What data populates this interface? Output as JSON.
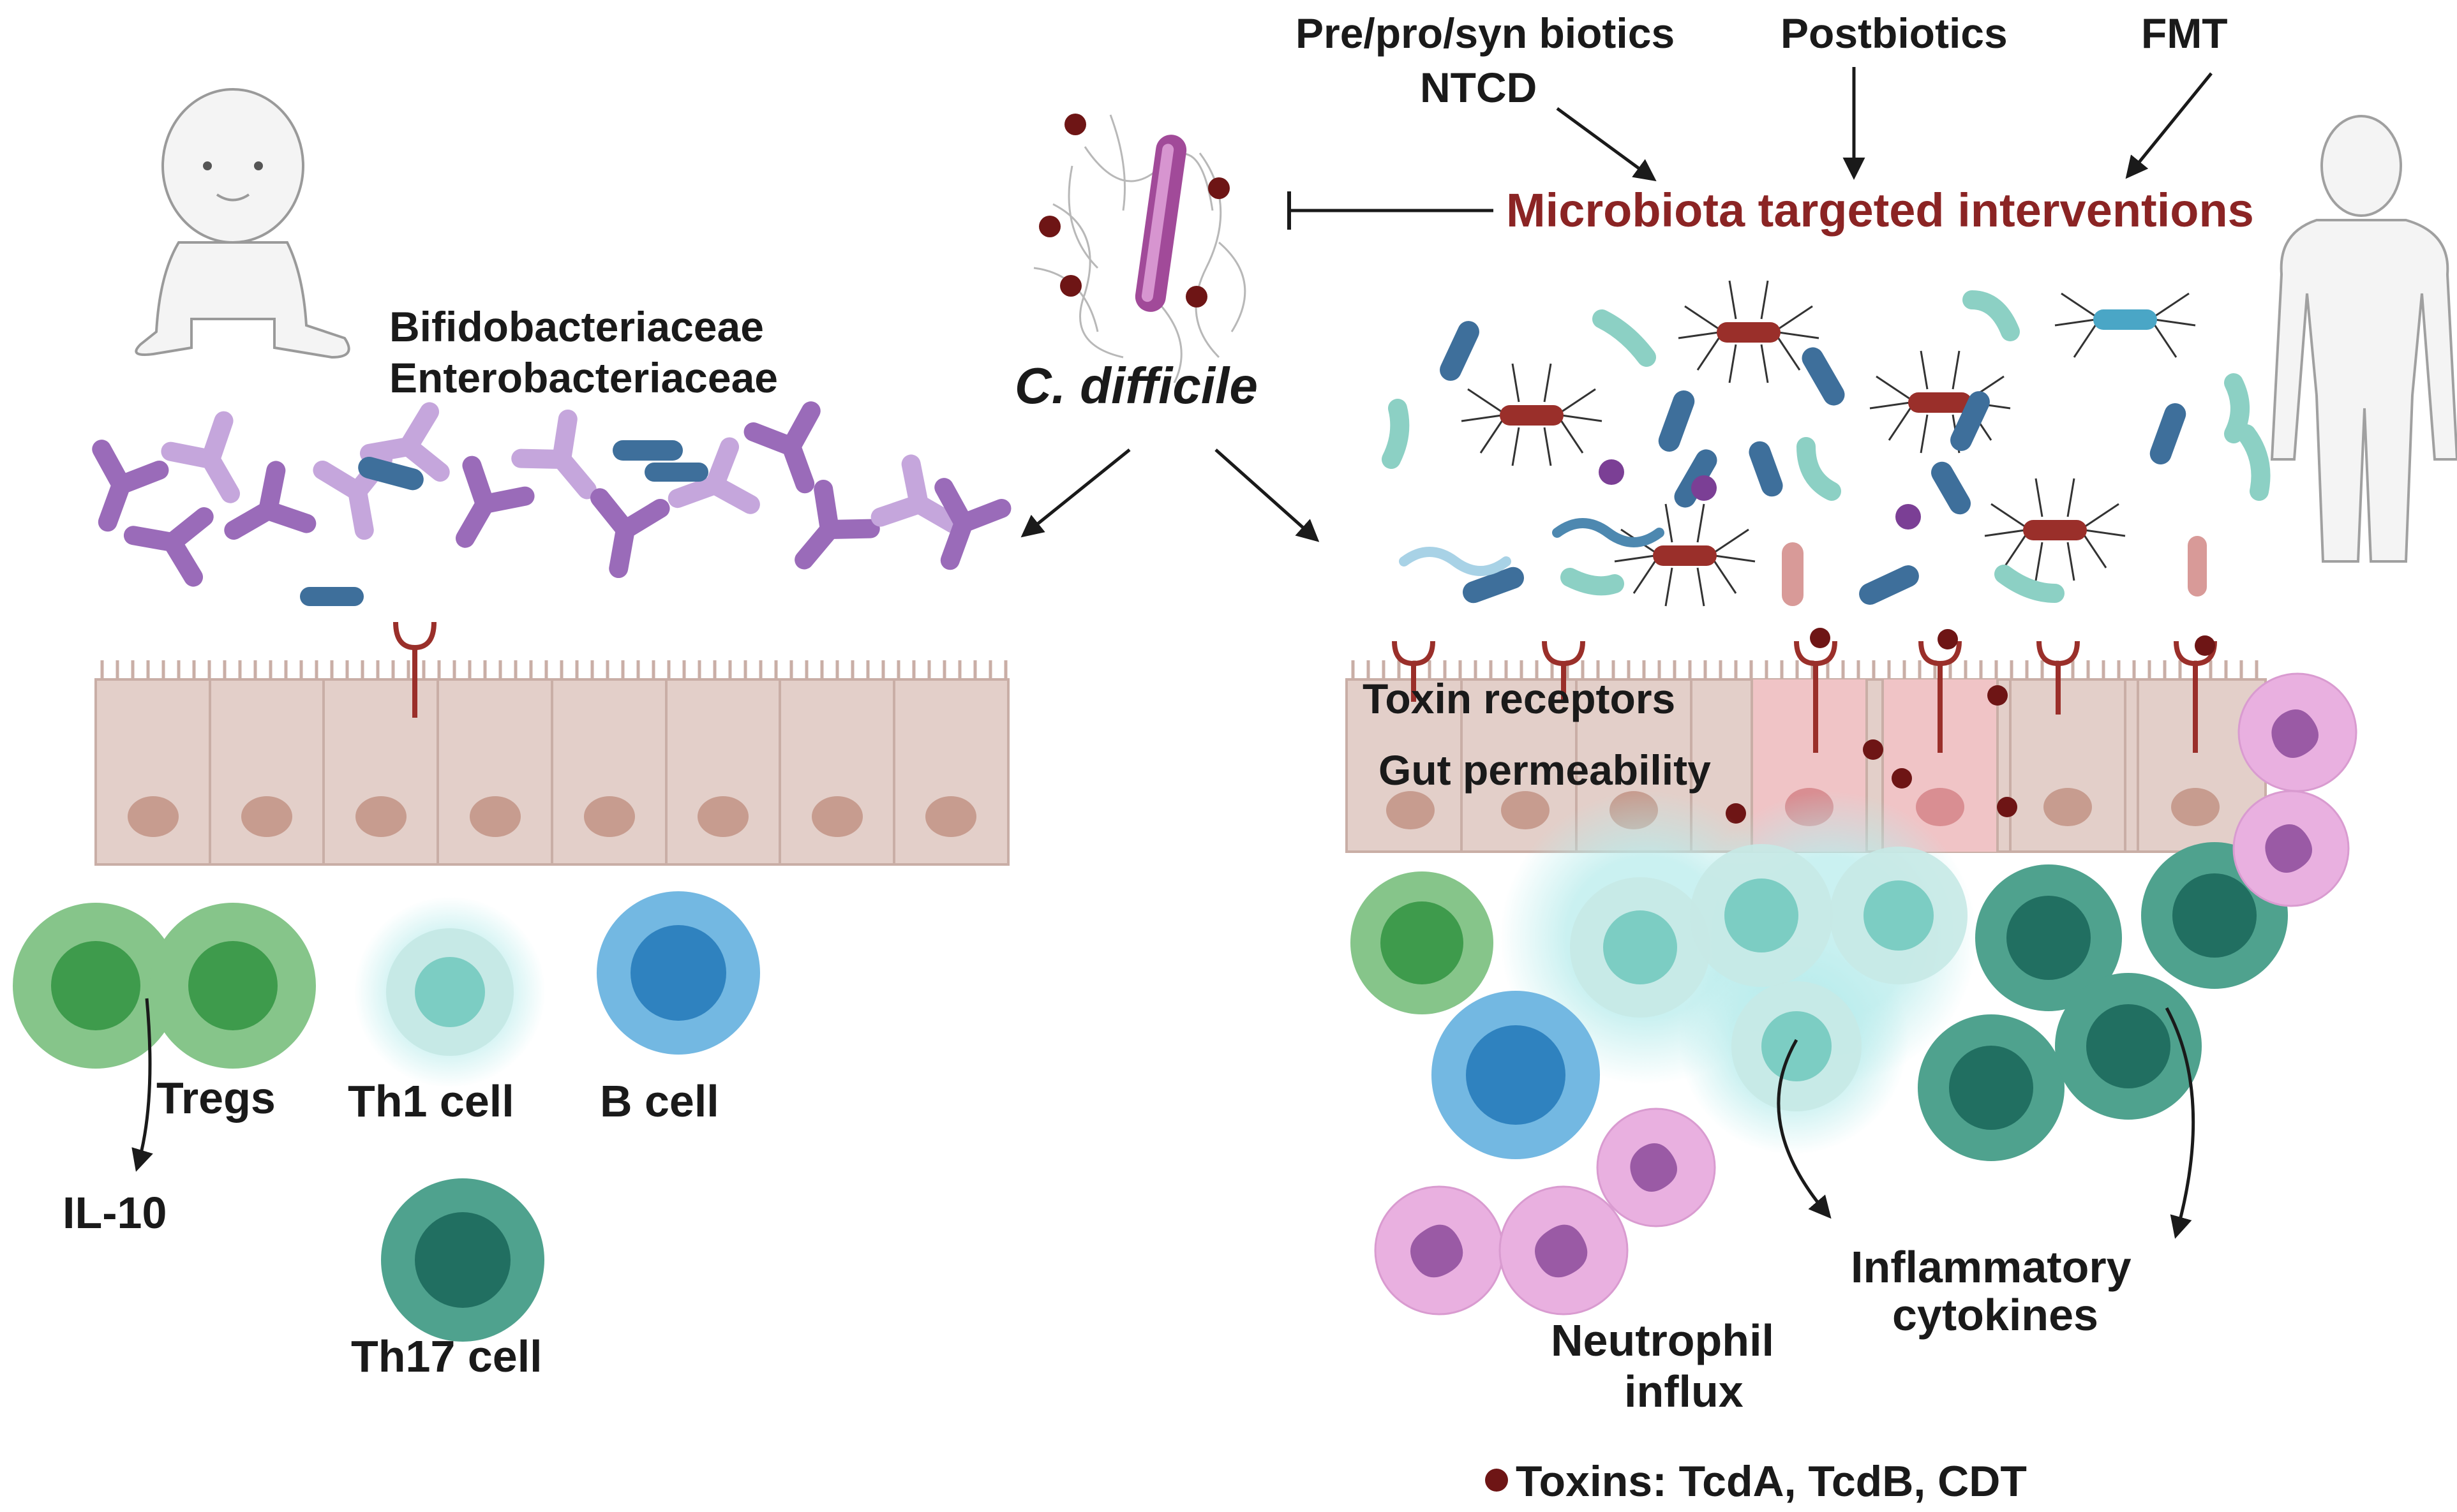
{
  "labels": {
    "prebiotics_line1": "Pre/pro/syn biotics",
    "prebiotics_line2": "NTCD",
    "postbiotics": "Postbiotics",
    "fmt": "FMT",
    "interventions": "Microbiota targeted interventions",
    "cdiff": "C. difficile",
    "bifido": "Bifidobacteriaceae",
    "entero": "Enterobacteriaceae",
    "toxin_receptors": "Toxin receptors",
    "gut_permeability": "Gut permeability",
    "tregs": "Tregs",
    "il10": "IL-10",
    "th1": "Th1 cell",
    "bcell": "B cell",
    "th17": "Th17 cell",
    "neutrophil_line1": "Neutrophil",
    "neutrophil_line2": "influx",
    "inflammatory_line1": "Inflammatory",
    "inflammatory_line2": "cytokines",
    "toxins_legend": "Toxins: TcdA, TcdB, CDT"
  },
  "icons": [
    "infant-figure-icon",
    "adult-figure-icon",
    "cdiff-bacterium-icon",
    "toxin-dot-icon",
    "neutrophil-icon",
    "toxin-receptor-icon"
  ],
  "colors": {
    "intervention_text": "#8b2424",
    "text": "#1a1a1a",
    "toxin": "#6e1515",
    "epithelium": "#e3cfc9",
    "epithelium_inflamed": "#f0c4c6",
    "nucleus": "#c79c8f",
    "treg": "#86c58a",
    "treg_core": "#3e9b4c",
    "th1": "#c6e9e6",
    "th1_core": "#7ccdc3",
    "bcell": "#73b8e2",
    "bcell_core": "#2f82bf",
    "th17": "#4fa28e",
    "th17_core": "#216f61",
    "neutrophil": "#e9b0e0",
    "neutrophil_core": "#9a5aa5",
    "antibody": "#9a6bb9",
    "rod_blue": "#3e6f9b",
    "rod_teal": "#8cd0c4",
    "rod_red": "#9a2f2a"
  }
}
